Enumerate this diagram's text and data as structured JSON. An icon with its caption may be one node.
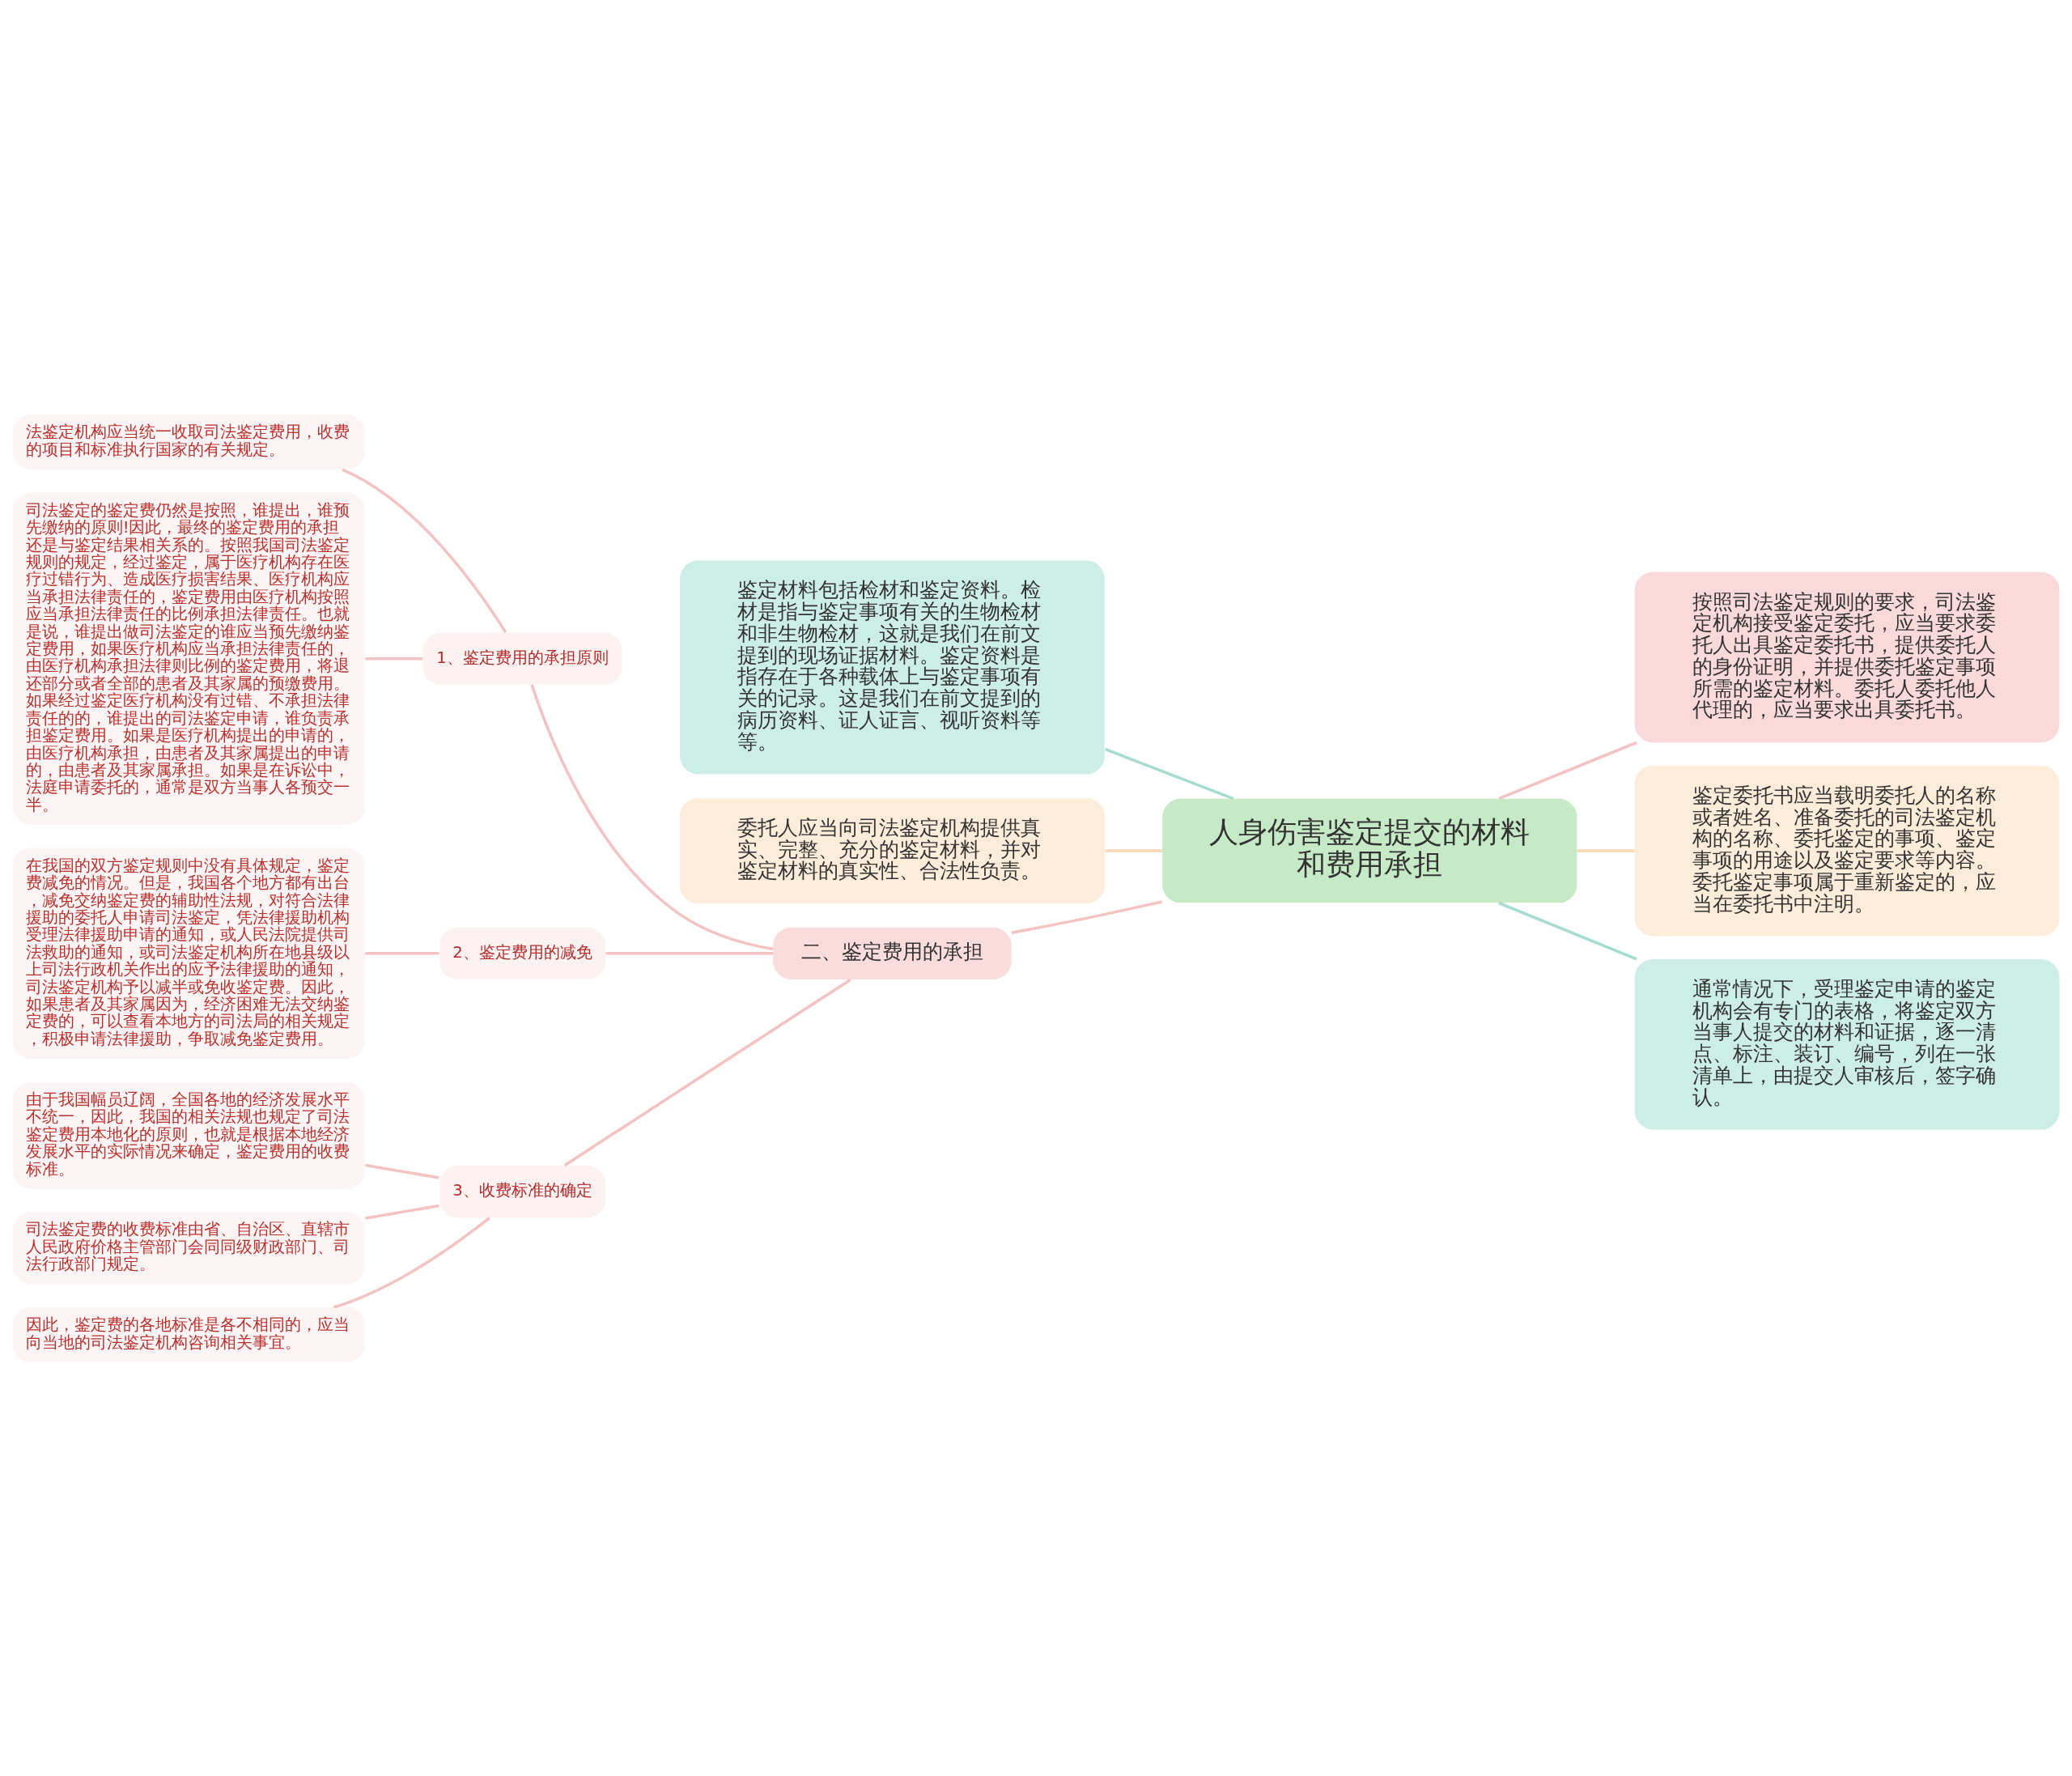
{
  "diagram": {
    "nodes": [
      {
        "text": [
          "人身伤害鉴定提交的材料和费用承担"
        ]
      },
      {
        "text": [
          "鉴定材料包括检材和鉴定资料。检材是指与鉴定事项有关的生物检材和非生物检材，这就是我们在前文提到的现场证据材料。鉴定资料是指存在于各种载体上与鉴定事项有关的记录。这是我们在前文提到的病历资料、证人证言、视听资料等等。"
        ]
      },
      {
        "text": [
          "委托人应当向司法鉴定机构提供真实、完整、充分的鉴定材料，并对鉴定材料的真实性、合法性负责。"
        ]
      },
      {
        "text": [
          "二、鉴定费用的承担"
        ]
      },
      {
        "text": [
          "1、鉴定费用的承担原则"
        ]
      },
      {
        "text": [
          "法鉴定机构应当统一收取司法鉴定费用，收费的项目和标准执行国家的有关规定。"
        ]
      },
      {
        "text": [
          "司法鉴定的鉴定费仍然是按照，谁提出，谁预先缴纳的原则!因此，最终的鉴定费用的承担还是与鉴定结果相关系的。按照我国司法鉴定规则的规定，经过鉴定，属于医疗机构存在医疗过错行为、造成医疗损害结果、医疗机构应当承担法律责任的，鉴定费用由医疗机构按照应当承担法律责任的比例承担法律责任。也就是说，谁提出做司法鉴定的谁应当预先缴纳鉴定费用，如果医疗机构应当承担法律责任的，由医疗机构承担法律则比例的鉴定费用，将退还部分或者全部的患者及其家属的预缴费用。如果经过鉴定医疗机构没有过错、不承担法律责任的的，谁提出的司法鉴定申请，谁负责承担鉴定费用。如果是医疗机构提出的申请的，由医疗机构承担，由患者及其家属提出的申请的，由患者及其家属承担。如果是在诉讼中，法庭申请委托的，通常是双方当事人各预交一半。"
        ]
      },
      {
        "text": [
          "2、鉴定费用的减免"
        ]
      },
      {
        "text": [
          "在我国的双方鉴定规则中没有具体规定，鉴定费减免的情况。但是，我国各个地方都有出台，减免交纳鉴定费的辅助性法规，对符合法律援助的委托人申请司法鉴定，凭法律援助机构受理法律援助申请的通知，或人民法院提供司法救助的通知，或司法鉴定机构所在地县级以上司法行政机关作出的应予法律援助的通知，司法鉴定机构予以减半或免收鉴定费。因此，如果患者及其家属因为，经济困难无法交纳鉴定费的，可以查看本地方的司法局的相关规定，积极申请法律援助，争取减免鉴定费用。"
        ]
      },
      {
        "text": [
          "3、收费标准的确定"
        ]
      },
      {
        "text": [
          "由于我国幅员辽阔，全国各地的经济发展水平不统一，因此，我国的相关法规也规定了司法鉴定费用本地化的原则，也就是根据本地经济发展水平的实际情况来确定，鉴定费用的收费标准。"
        ]
      },
      {
        "text": [
          "司法鉴定费的收费标准由省、自治区、直辖市人民政府价格主管部门会同同级财政部门、司法行政部门规定。"
        ]
      },
      {
        "text": [
          "因此，鉴定费的各地标准是各不相同的，应当向当地的司法鉴定机构咨询相关事宜。"
        ]
      },
      {
        "text": [
          "按照司法鉴定规则的要求，司法鉴定机构接受鉴定委托，应当要求委托人出具鉴定委托书，提供委托人的身份证明，并提供委托鉴定事项所需的鉴定材料。委托人委托他人代理的，应当要求出具委托书。"
        ]
      },
      {
        "text": [
          "鉴定委托书应当载明委托人的名称或者姓名、准备委托的司法鉴定机构的名称、委托鉴定的事项、鉴定事项的用途以及鉴定要求等内容。委托鉴定事项属于重新鉴定的，应当在委托书中注明。"
        ]
      },
      {
        "text": [
          "通常情况下，受理鉴定申请的鉴定机构会有专门的表格，将鉴定双方当事人提交的材料和证据，逐一清点、标注、装订、编号，列在一张清单上，由提交人审核后，签字确认。"
        ]
      }
    ],
    "edges": [
      {
        "from": 0,
        "to": 1,
        "arrow": "none",
        "color": "#a6dccf"
      },
      {
        "from": 0,
        "to": 2,
        "arrow": "none",
        "color": "#f9d9b8"
      },
      {
        "from": 0,
        "to": 3,
        "arrow": "none"
      },
      {
        "from": 3,
        "to": 4,
        "arrow": "none"
      },
      {
        "from": 4,
        "to": 5,
        "arrow": "none"
      },
      {
        "from": 4,
        "to": 6,
        "arrow": "none"
      },
      {
        "from": 3,
        "to": 7,
        "arrow": "none"
      },
      {
        "from": 7,
        "to": 8,
        "arrow": "none"
      },
      {
        "from": 3,
        "to": 9,
        "arrow": "none"
      },
      {
        "from": 9,
        "to": 10,
        "arrow": "none"
      },
      {
        "from": 9,
        "to": 11,
        "arrow": "none"
      },
      {
        "from": 9,
        "to": 12,
        "arrow": "none"
      },
      {
        "from": 0,
        "to": 13,
        "arrow": "none"
      },
      {
        "from": 0,
        "to": 14,
        "arrow": "none",
        "color": "#f9d9b8"
      },
      {
        "from": 0,
        "to": 15,
        "arrow": "none",
        "color": "#a6dccf"
      }
    ]
  }
}
